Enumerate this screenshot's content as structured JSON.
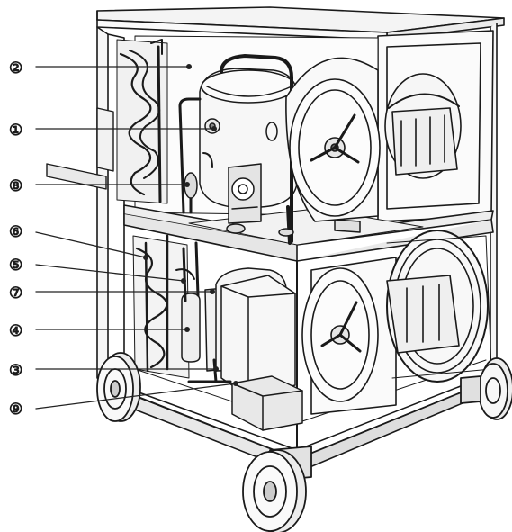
{
  "figure": {
    "subject": "refrigeration unit on wheels",
    "callouts": [
      {
        "id": "callout-2",
        "label": "②"
      },
      {
        "id": "callout-1",
        "label": "①"
      },
      {
        "id": "callout-8",
        "label": "⑧"
      },
      {
        "id": "callout-6",
        "label": "⑥"
      },
      {
        "id": "callout-5",
        "label": "⑤"
      },
      {
        "id": "callout-7",
        "label": "⑦"
      },
      {
        "id": "callout-4",
        "label": "④"
      },
      {
        "id": "callout-3",
        "label": "③"
      },
      {
        "id": "callout-9",
        "label": "⑨"
      }
    ]
  }
}
